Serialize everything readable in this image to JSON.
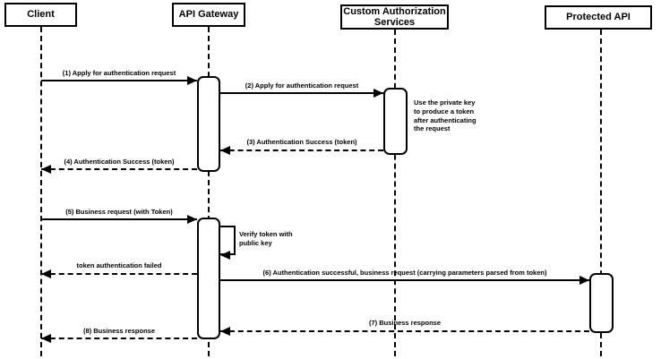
{
  "diagram": {
    "title": "API token authentication sequence diagram",
    "colors": {
      "background": "#ffffff",
      "line": "#000000",
      "box_fill": "#ffffff",
      "box_border": "#000000"
    },
    "actors": [
      {
        "id": "client",
        "label": "Client"
      },
      {
        "id": "api-gateway",
        "label": "API Gateway"
      },
      {
        "id": "custom-authorization-services",
        "label": "Custom Authorization Services"
      },
      {
        "id": "protected-api",
        "label": "Protected API"
      }
    ],
    "messages": [
      {
        "label": "(1) Apply for authentication request",
        "style": "solid",
        "from": "client",
        "to": "api-gateway"
      },
      {
        "label": "(2) Apply for authentication request",
        "style": "solid",
        "from": "api-gateway",
        "to": "custom-authorization-services"
      },
      {
        "label": "(3) Authentication Success (token)",
        "style": "dashed",
        "from": "custom-authorization-services",
        "to": "api-gateway"
      },
      {
        "label": "(4) Authentication Success (token)",
        "style": "dashed",
        "from": "api-gateway",
        "to": "client"
      },
      {
        "label": "(5) Business request (with Token)",
        "style": "solid",
        "from": "client",
        "to": "api-gateway"
      },
      {
        "label": "token authentication failed",
        "style": "dashed",
        "from": "api-gateway",
        "to": "client"
      },
      {
        "label": "(6) Authentication successful, business request (carrying parameters parsed from token)",
        "style": "solid",
        "from": "api-gateway",
        "to": "protected-api"
      },
      {
        "label": "(7) Business response",
        "style": "dashed",
        "from": "protected-api",
        "to": "api-gateway"
      },
      {
        "label": "(8) Business response",
        "style": "dashed",
        "from": "api-gateway",
        "to": "client"
      }
    ],
    "self_message": {
      "label": "Verify token with public key",
      "on": "api-gateway"
    },
    "note": {
      "label": "Use the private key to produce a token after authenticating the request",
      "near": "custom-authorization-services"
    }
  }
}
